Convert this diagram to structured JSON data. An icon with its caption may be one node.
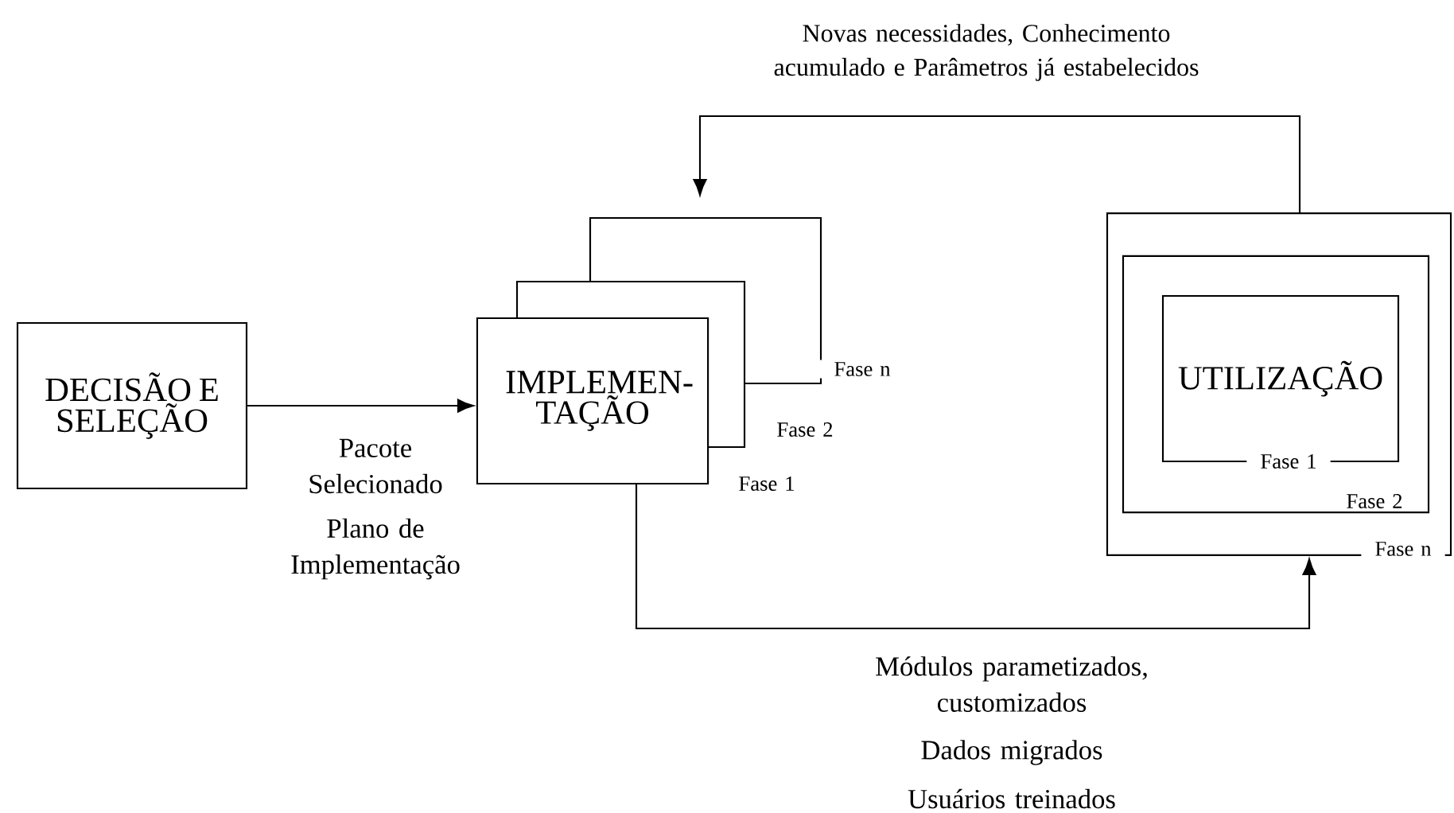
{
  "diagram": {
    "nodes": [
      {
        "text": [
          "DECISÃO E SELEÇÃO"
        ]
      },
      {
        "text": [
          "IMPLEMEN- TAÇÃO"
        ]
      },
      {
        "text": [],
        "shape": "box"
      },
      {
        "text": [],
        "shape": "box",
        "in": 2
      },
      {
        "text": [
          "UTILIZAÇÃO"
        ],
        "in": 3
      }
    ],
    "edges": [
      {
        "from": 0,
        "to": 1,
        "arrow": "to"
      },
      {
        "from": 1,
        "to": 2,
        "arrow": "to"
      },
      {
        "from": 2,
        "to": 1,
        "arrow": "to",
        "label": "Novas necessidades, Conhecimento acumulado e Parâmetros já estabelecidos"
      }
    ],
    "labels": [
      "Fase n",
      "Fase 2",
      "Fase 1",
      "Pacote Selecionado",
      "Plano de Implementação",
      "Fase 1",
      "Fase 2",
      "Fase n",
      "Módulos parametizados, customizados",
      "Dados migrados",
      "Usuários treinados"
    ]
  }
}
